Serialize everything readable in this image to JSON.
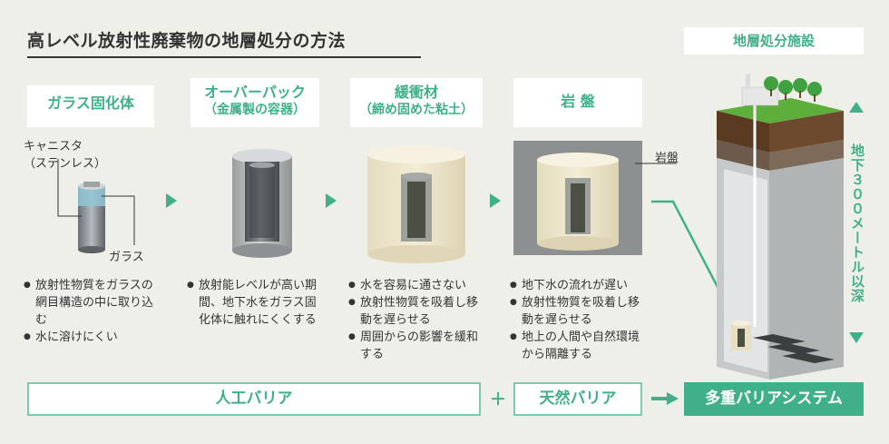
{
  "title": "高レベル放射性廃棄物の地層処分の方法",
  "columns": [
    {
      "h1": "ガラス固化体",
      "h2": ""
    },
    {
      "h1": "オーバーパック",
      "h2": "（金属製の容器）"
    },
    {
      "h1": "緩衝材",
      "h2": "（締め固めた粘土）"
    },
    {
      "h1": "岩 盤",
      "h2": ""
    }
  ],
  "labels": {
    "canister_line1": "キャニスタ",
    "canister_line2": "（ステンレス）",
    "glass": "ガラス",
    "rock": "岩盤"
  },
  "bullets": {
    "col1": [
      "放射性物質をガラスの網目構造の中に取り込む",
      "水に溶けにくい"
    ],
    "col2": [
      "放射能レベルが高い期間、地下水をガラス固化体に触れにくくする"
    ],
    "col3": [
      "水を容易に通さない",
      "放射性物質を吸着し移動を遅らせる",
      "周囲からの影響を緩和する"
    ],
    "col4": [
      "地下水の流れが遅い",
      "放射性物質を吸着し移動を遅らせる",
      "地上の人間や自然環境から隔離する"
    ]
  },
  "bottom": {
    "artificial": "人工バリア",
    "plus": "＋",
    "natural": "天然バリア",
    "result": "多重バリアシステム"
  },
  "facility": {
    "title": "地層処分施設",
    "depth": "地下３００メートル以深"
  },
  "colors": {
    "accent": "#3fb089",
    "background": "#efefea"
  }
}
